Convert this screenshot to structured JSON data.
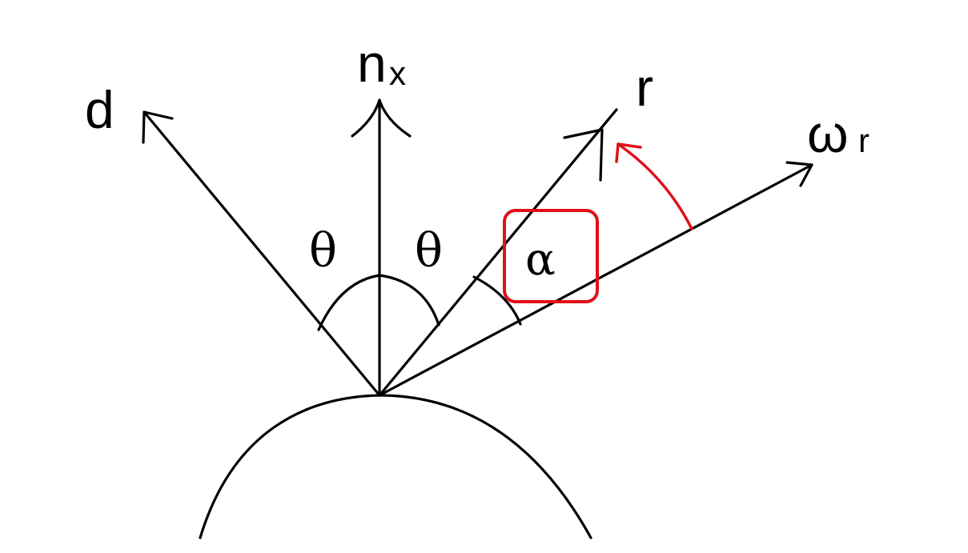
{
  "labels": {
    "d": "d",
    "n_main": "n",
    "n_sub": "x",
    "r": "r",
    "omega_main": "ω",
    "omega_sub": "r",
    "theta_left": "θ",
    "theta_right": "θ",
    "alpha": "α"
  },
  "colors": {
    "line": "#000000",
    "highlight": "#e0101a",
    "background": "#ffffff"
  }
}
